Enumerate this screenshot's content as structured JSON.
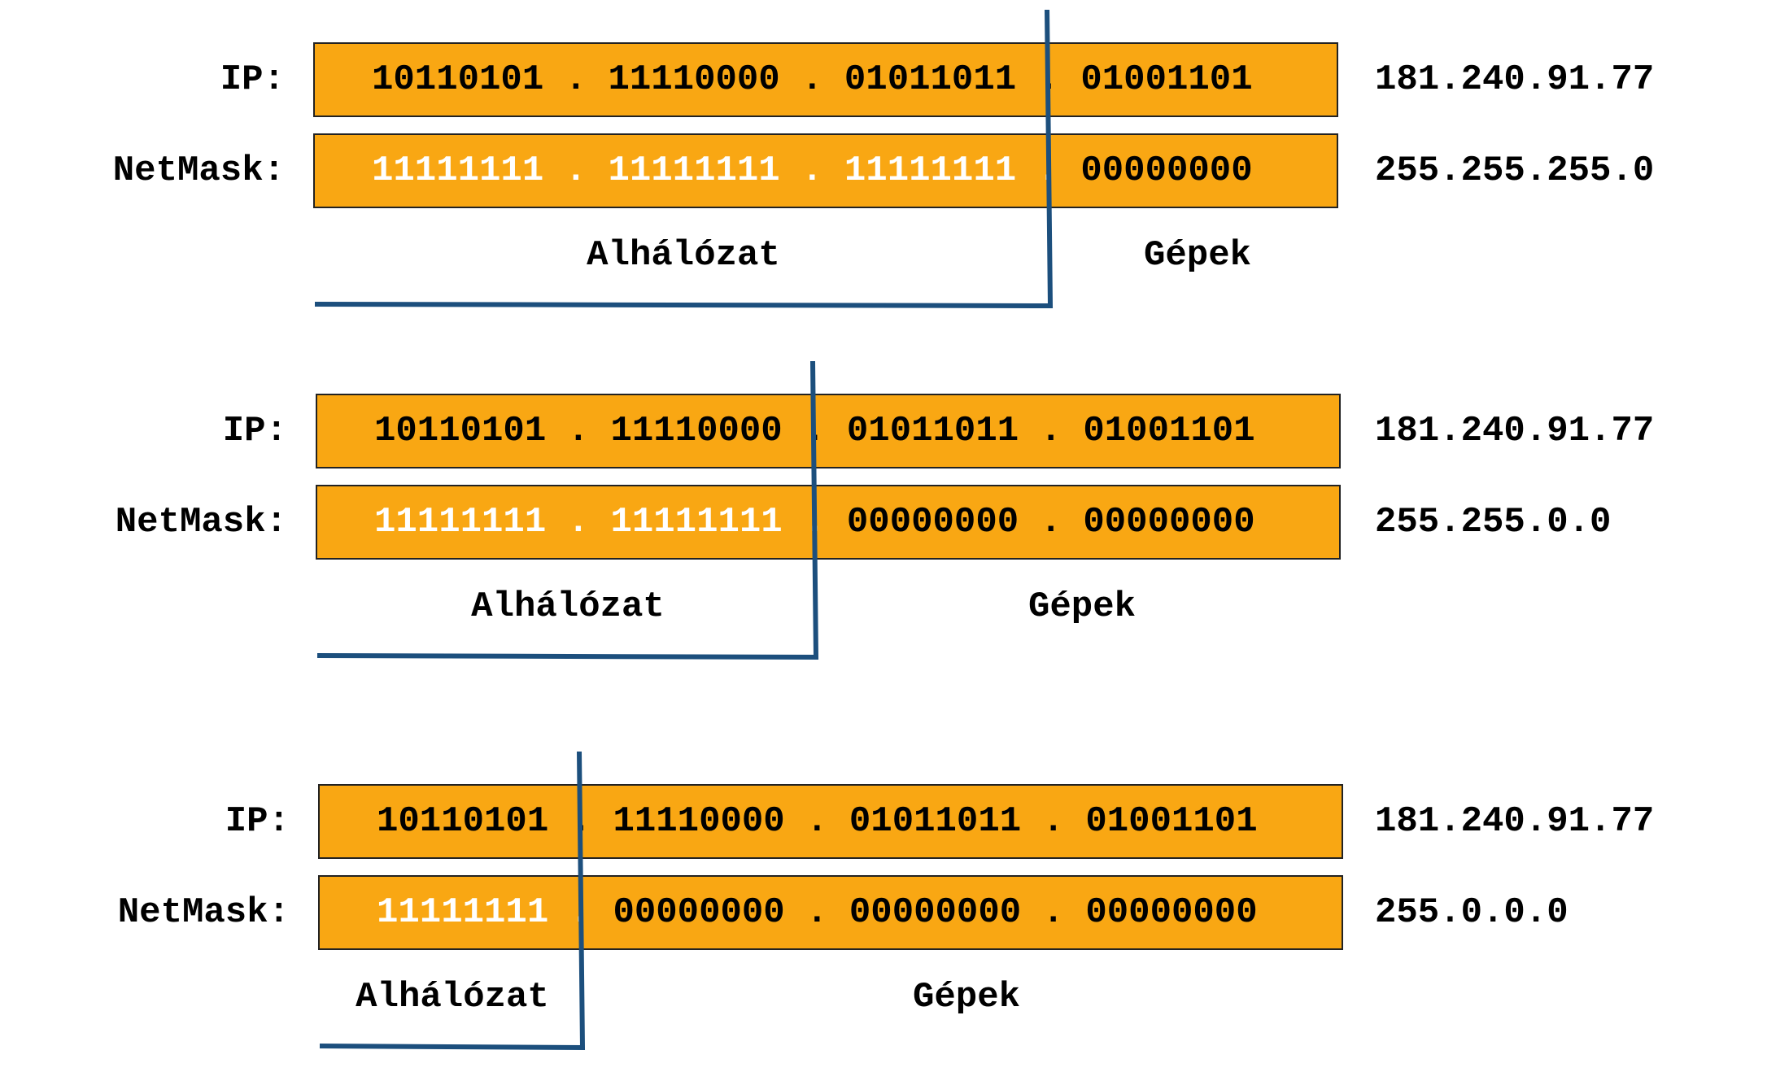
{
  "labels": {
    "ip": "IP:",
    "netmask": "NetMask:",
    "subnet": "Alhálózat",
    "hosts": "Gépek"
  },
  "colors": {
    "box_fill": "#f9a713",
    "box_border": "#222222",
    "divider": "#1c4f7d",
    "mask_ones_text": "#ffffff",
    "text": "#000000"
  },
  "separator": ".",
  "examples": [
    {
      "ip_octets": [
        "10110101",
        "11110000",
        "01011011",
        "01001101"
      ],
      "mask_octets": [
        "11111111",
        "11111111",
        "11111111",
        "00000000"
      ],
      "ip_decimal": "181.240.91.77",
      "mask_decimal": "255.255.255.0",
      "network_octets": 3
    },
    {
      "ip_octets": [
        "10110101",
        "11110000",
        "01011011",
        "01001101"
      ],
      "mask_octets": [
        "11111111",
        "11111111",
        "00000000",
        "00000000"
      ],
      "ip_decimal": "181.240.91.77",
      "mask_decimal": "255.255.0.0",
      "network_octets": 2
    },
    {
      "ip_octets": [
        "10110101",
        "11110000",
        "01011011",
        "01001101"
      ],
      "mask_octets": [
        "11111111",
        "00000000",
        "00000000",
        "00000000"
      ],
      "ip_decimal": "181.240.91.77",
      "mask_decimal": "255.0.0.0",
      "network_octets": 1
    }
  ]
}
